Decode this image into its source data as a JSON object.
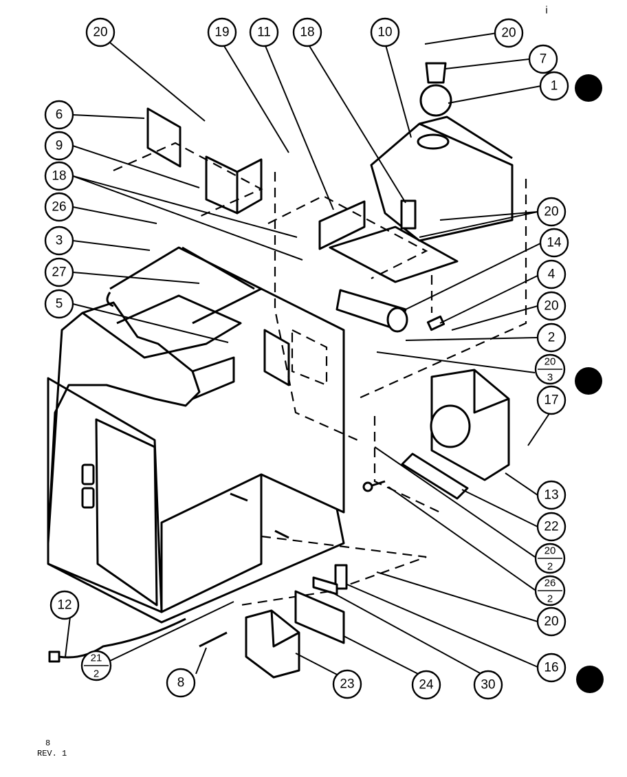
{
  "callouts": [
    {
      "id": "c20a",
      "text": "20"
    },
    {
      "id": "c19",
      "text": "19"
    },
    {
      "id": "c11",
      "text": "11"
    },
    {
      "id": "c18a",
      "text": "18"
    },
    {
      "id": "c10",
      "text": "10"
    },
    {
      "id": "c20b",
      "text": "20"
    },
    {
      "id": "c7",
      "text": "7"
    },
    {
      "id": "c1",
      "text": "1"
    },
    {
      "id": "c6",
      "text": "6"
    },
    {
      "id": "c9",
      "text": "9"
    },
    {
      "id": "c18b",
      "text": "18"
    },
    {
      "id": "c26",
      "text": "26"
    },
    {
      "id": "c3",
      "text": "3"
    },
    {
      "id": "c27",
      "text": "27"
    },
    {
      "id": "c5",
      "text": "5"
    },
    {
      "id": "c20c",
      "text": "20"
    },
    {
      "id": "c14",
      "text": "14"
    },
    {
      "id": "c4",
      "text": "4"
    },
    {
      "id": "c20d",
      "text": "20"
    },
    {
      "id": "c2",
      "text": "2"
    },
    {
      "id": "c17",
      "text": "17"
    },
    {
      "id": "c13",
      "text": "13"
    },
    {
      "id": "c22",
      "text": "22"
    },
    {
      "id": "c20e",
      "text": "20"
    },
    {
      "id": "c12",
      "text": "12"
    },
    {
      "id": "c8",
      "text": "8"
    },
    {
      "id": "c23",
      "text": "23"
    },
    {
      "id": "c24",
      "text": "24"
    },
    {
      "id": "c30",
      "text": "30"
    },
    {
      "id": "c16",
      "text": "16"
    }
  ],
  "fractions": [
    {
      "id": "f20_3",
      "num": "20",
      "den": "3"
    },
    {
      "id": "f20_2",
      "num": "20",
      "den": "2"
    },
    {
      "id": "f26_2",
      "num": "26",
      "den": "2"
    },
    {
      "id": "f21_2",
      "num": "21",
      "den": "2"
    }
  ],
  "footer": {
    "page": "8",
    "revision": "REV. 1"
  },
  "corner_mark": "i"
}
